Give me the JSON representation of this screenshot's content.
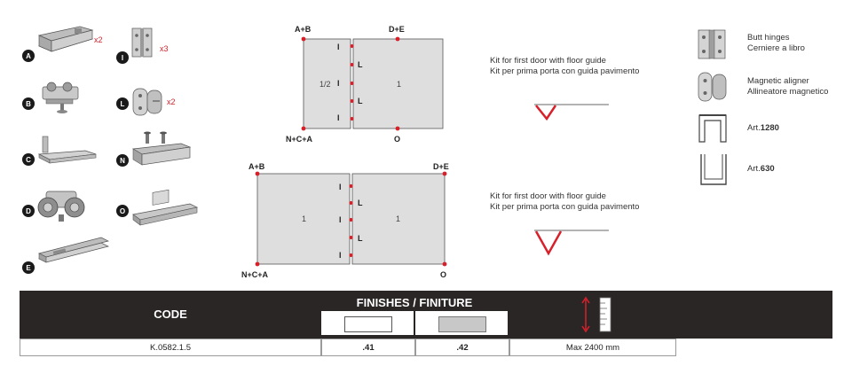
{
  "components": [
    {
      "letter": "A",
      "qty": "x2"
    },
    {
      "letter": "B",
      "qty": ""
    },
    {
      "letter": "C",
      "qty": ""
    },
    {
      "letter": "D",
      "qty": ""
    },
    {
      "letter": "E",
      "qty": ""
    },
    {
      "letter": "I",
      "qty": "x3"
    },
    {
      "letter": "L",
      "qty": "x2"
    },
    {
      "letter": "N",
      "qty": ""
    },
    {
      "letter": "O",
      "qty": ""
    }
  ],
  "diagram1": {
    "label_tl": "A+B",
    "label_tr": "D+E",
    "label_bl": "N+C+A",
    "label_br": "O",
    "left_fraction": "1/2",
    "right_fraction": "1",
    "marks": [
      "I",
      "L",
      "I",
      "L",
      "I"
    ]
  },
  "diagram2": {
    "label_tl": "A+B",
    "label_tr": "D+E",
    "label_bl": "N+C+A",
    "label_br": "O",
    "left_fraction": "1",
    "right_fraction": "1",
    "marks": [
      "I",
      "L",
      "I",
      "L",
      "I"
    ]
  },
  "kit1": {
    "line1": "Kit for first door with floor guide",
    "line2": "Kit per prima porta con guida pavimento"
  },
  "kit2": {
    "line1": "Kit for first door with floor guide",
    "line2": "Kit per prima porta con guida pavimento"
  },
  "legend": {
    "butt_hinges_en": "Butt hinges",
    "butt_hinges_it": "Cerniere a libro",
    "magnetic_aligner_en": "Magnetic aligner",
    "magnetic_aligner_it": "Allineatore magnetico",
    "art1_prefix": "Art.",
    "art1_number": "1280",
    "art2_prefix": "Art.",
    "art2_number": "630"
  },
  "table": {
    "code_header": "CODE",
    "finishes_header": "FINISHES / FINITURE",
    "code_value": "K.0582.1.5",
    "finish1": ".41",
    "finish2": ".42",
    "max_height": "Max 2400 mm"
  },
  "colors": {
    "accent": "#d8202a",
    "dark": "#2b2626",
    "panel": "#dedede",
    "finish_silver": "#c8c8c8"
  }
}
